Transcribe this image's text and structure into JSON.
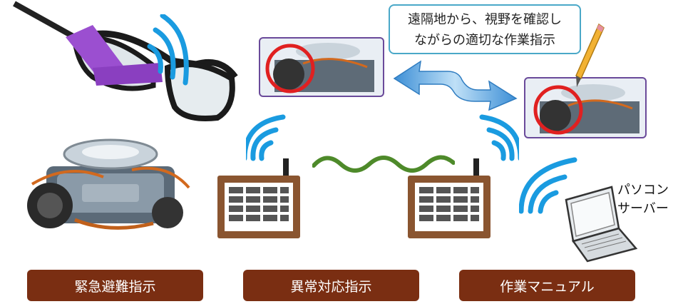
{
  "callout": {
    "line1": "遠隔地から、視野を確認し",
    "line2": "ながらの適切な作業指示"
  },
  "pc": {
    "line1": "パソコン",
    "line2": "サーバー"
  },
  "labels": [
    "緊急避難指示",
    "異常対応指示",
    "作業マニュアル"
  ],
  "colors": {
    "label_bg": "#7a2e12",
    "wave": "#1a9be0",
    "link_wave": "#4e8a2a",
    "arrow": "#3d8fd6",
    "highlight": "#e02020",
    "frame": "#6a4a9a",
    "glasses_module": "#9b4fd0"
  },
  "icons": [
    "smart-glasses-icon",
    "engine-image",
    "wifi-wave-icon",
    "gateway-device-icon",
    "double-arrow-icon",
    "pencil-icon",
    "laptop-icon"
  ]
}
